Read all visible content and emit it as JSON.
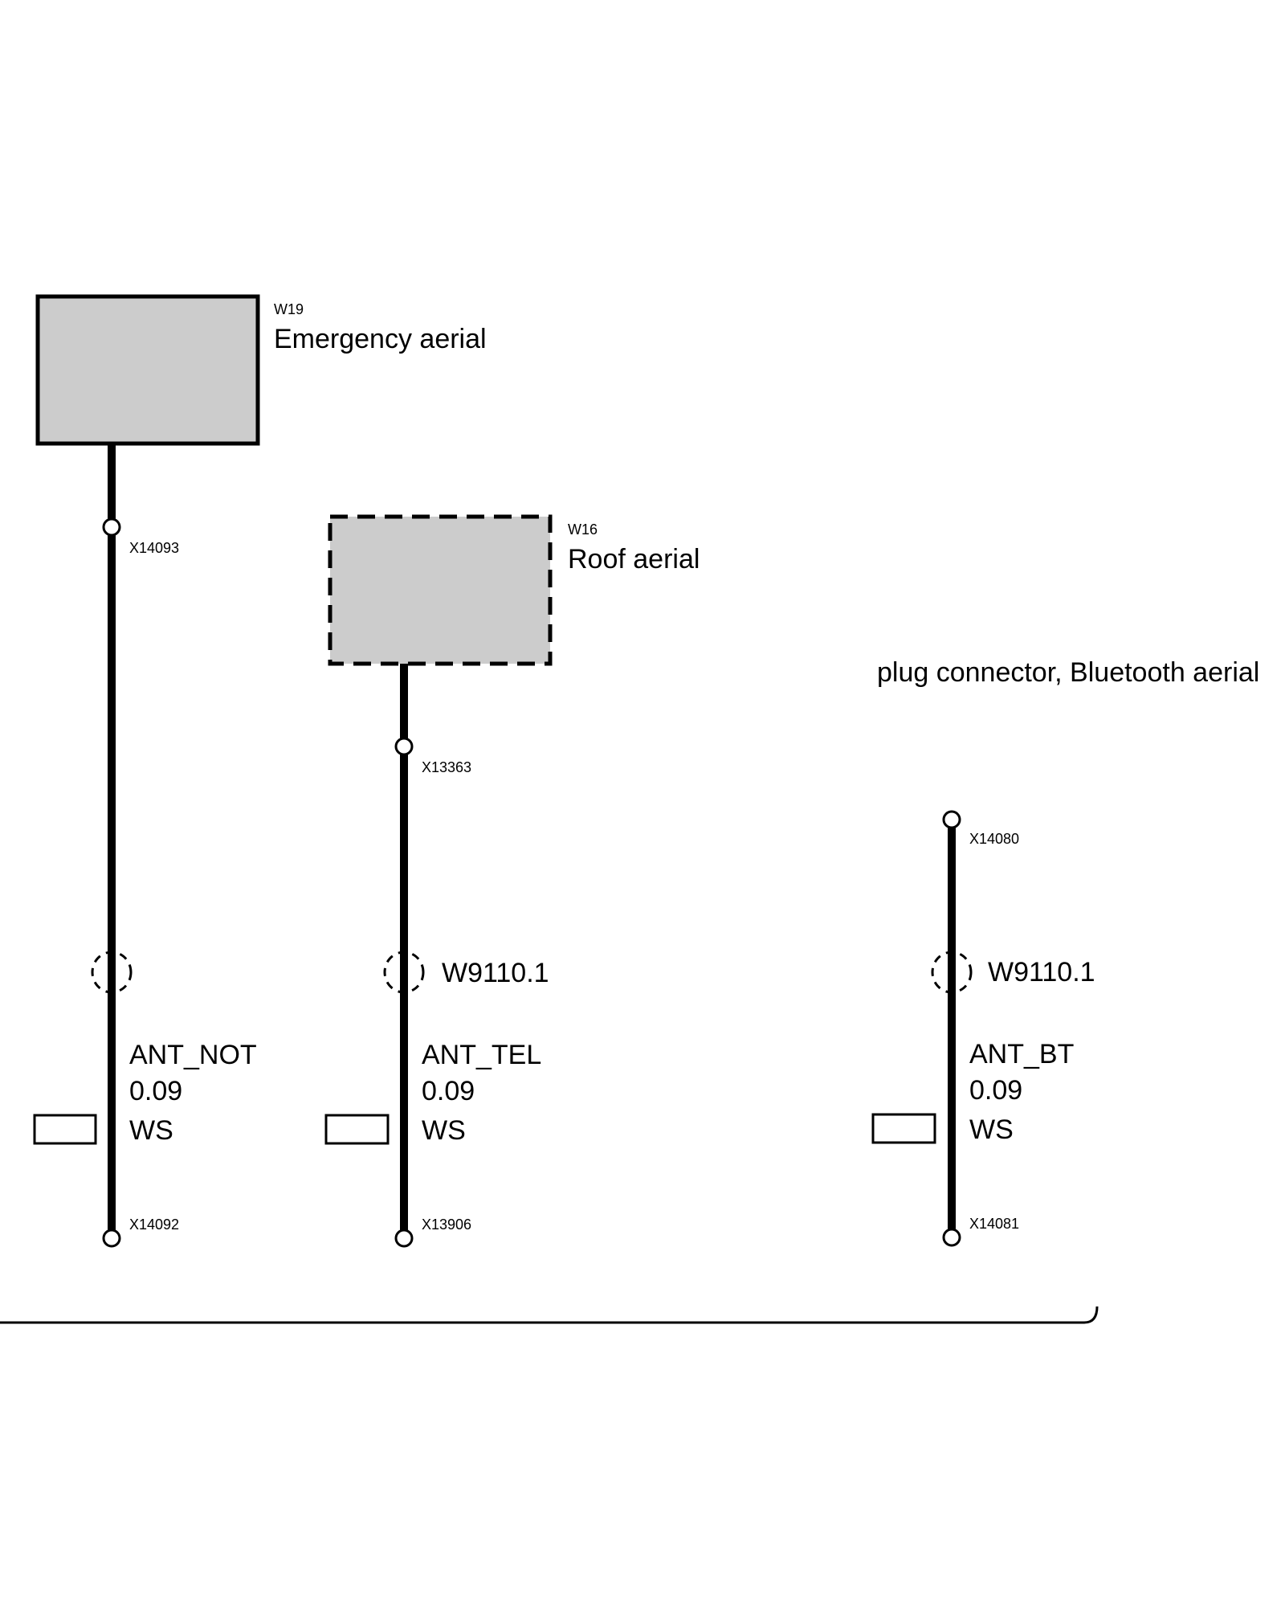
{
  "components": {
    "emergency": {
      "code": "W19",
      "name": "Emergency aerial"
    },
    "roof": {
      "code": "W16",
      "name": "Roof aerial"
    },
    "bluetooth_plug": {
      "name": "plug connector, Bluetooth aerial"
    }
  },
  "wires": [
    {
      "top_connector": "X14093",
      "shield_label": "",
      "signal": "ANT_NOT",
      "cross_section": "0.09",
      "color_code": "WS",
      "bottom_connector": "X14092"
    },
    {
      "top_connector": "X13363",
      "shield_label": "W9110.1",
      "signal": "ANT_TEL",
      "cross_section": "0.09",
      "color_code": "WS",
      "bottom_connector": "X13906"
    },
    {
      "top_connector": "X14080",
      "shield_label": "W9110.1",
      "signal": "ANT_BT",
      "cross_section": "0.09",
      "color_code": "WS",
      "bottom_connector": "X14081"
    }
  ]
}
